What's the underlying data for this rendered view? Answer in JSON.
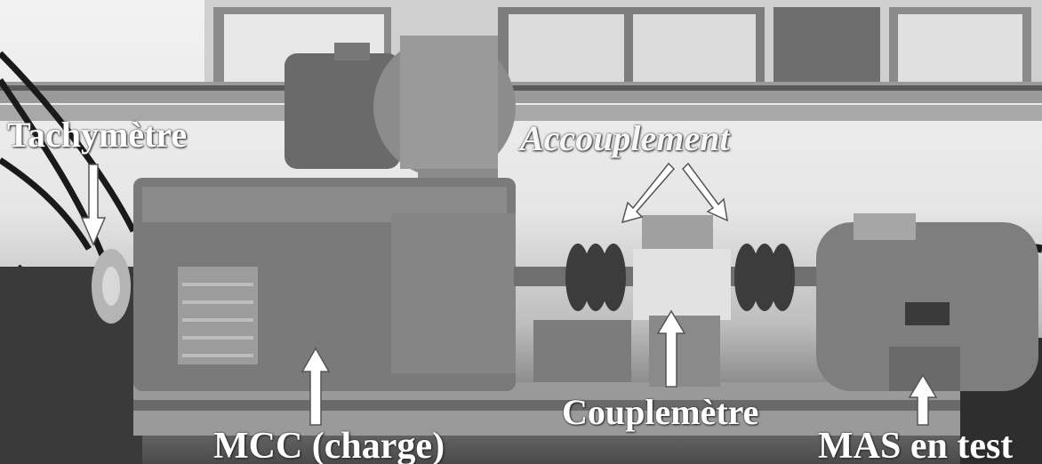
{
  "labels": {
    "tachymetre": "Tachymètre",
    "accouplement": "Accouplement",
    "couplemetre": "Couplemètre",
    "mcc": "MCC (charge)",
    "mas": "MAS en test"
  }
}
